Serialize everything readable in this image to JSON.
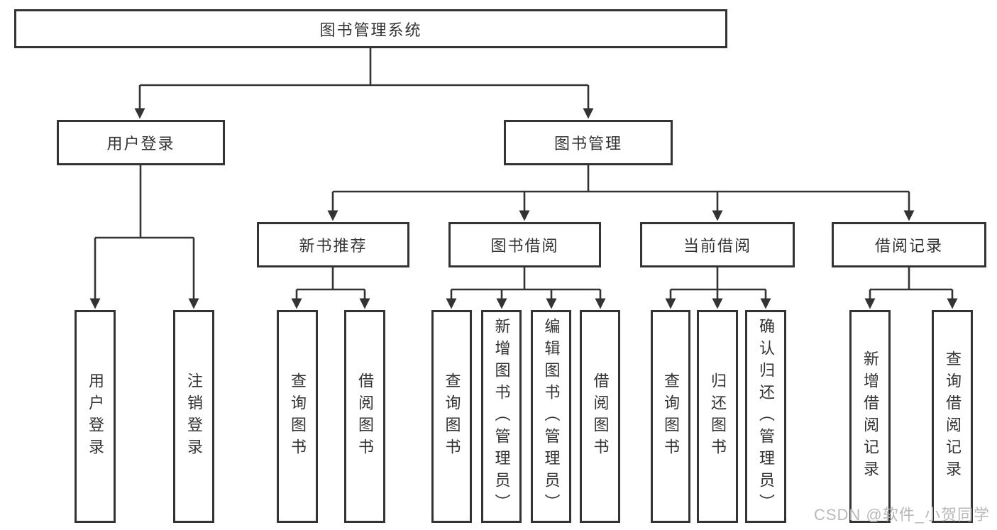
{
  "diagram": {
    "type": "hierarchy-tree",
    "root": {
      "label": "图书管理系统"
    },
    "level2": [
      {
        "label": "用户登录"
      },
      {
        "label": "图书管理"
      }
    ],
    "level3": [
      {
        "label": "新书推荐",
        "parent": "图书管理"
      },
      {
        "label": "图书借阅",
        "parent": "图书管理"
      },
      {
        "label": "当前借阅",
        "parent": "图书管理"
      },
      {
        "label": "借阅记录",
        "parent": "图书管理"
      }
    ],
    "leaves": [
      {
        "label": "用户登录",
        "parent": "用户登录"
      },
      {
        "label": "注销登录",
        "parent": "用户登录"
      },
      {
        "label": "查询图书",
        "parent": "新书推荐"
      },
      {
        "label": "借阅图书",
        "parent": "新书推荐"
      },
      {
        "label": "查询图书",
        "parent": "图书借阅"
      },
      {
        "label": "新增图书（管理员）",
        "parent": "图书借阅"
      },
      {
        "label": "编辑图书（管理员）",
        "parent": "图书借阅"
      },
      {
        "label": "借阅图书",
        "parent": "图书借阅"
      },
      {
        "label": "查询图书",
        "parent": "当前借阅"
      },
      {
        "label": "归还图书",
        "parent": "当前借阅"
      },
      {
        "label": "确认归还（管理员）",
        "parent": "当前借阅"
      },
      {
        "label": "新增借阅记录",
        "parent": "借阅记录"
      },
      {
        "label": "查询借阅记录",
        "parent": "借阅记录"
      }
    ]
  },
  "watermark": {
    "text": "CSDN @软件_小贺同学"
  },
  "colors": {
    "line": "#333333",
    "text": "#333333",
    "background": "#ffffff",
    "watermark_text": "#b9b9b9"
  }
}
